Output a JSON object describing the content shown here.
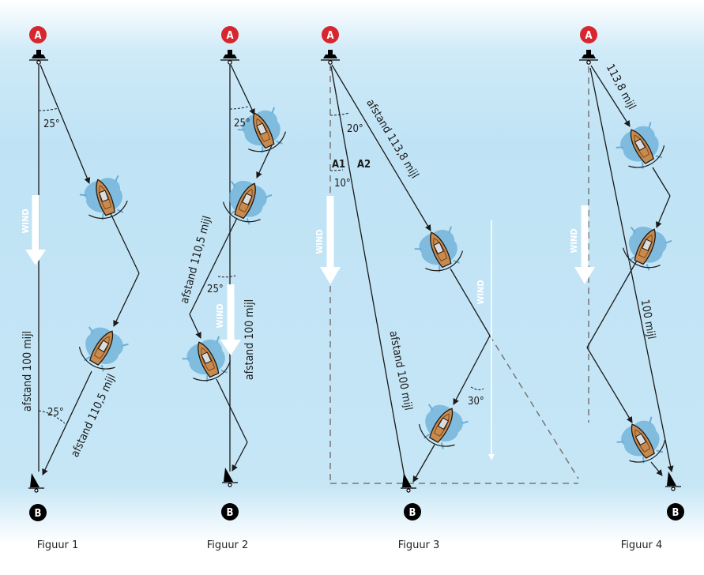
{
  "point_a_label": "A",
  "point_b_label": "B",
  "wind_label": "WIND",
  "colors": {
    "sky_top": "#ffffff",
    "sky": "#bfe3f5",
    "badge_a": "#d7262e",
    "badge_b": "#000000",
    "hull": "#c98a4e",
    "water": "#6aaed6",
    "line": "#1a1a1a"
  },
  "figures": [
    {
      "caption": "Figuur 1",
      "labels": {
        "distance": "afstand 100 mijl",
        "route": "afstand 110,5 mijl",
        "angle_top": "25°",
        "angle_bottom": "25°"
      }
    },
    {
      "caption": "Figuur 2",
      "labels": {
        "route": "afstand 110,5 mijl",
        "distance": "afstand 100 mijl",
        "angle_top": "25°",
        "angle_mid": "25°"
      }
    },
    {
      "caption": "Figuur 3",
      "labels": {
        "route": "afstand 113,8 mijl",
        "distance": "afstand 100 mijl",
        "a1": "A1",
        "a2": "A2",
        "angle_20": "20°",
        "angle_10": "10°",
        "angle_30": "30°"
      }
    },
    {
      "caption": "Figuur 4",
      "labels": {
        "route": "113,8 mijl",
        "distance": "100 mijl"
      }
    }
  ]
}
